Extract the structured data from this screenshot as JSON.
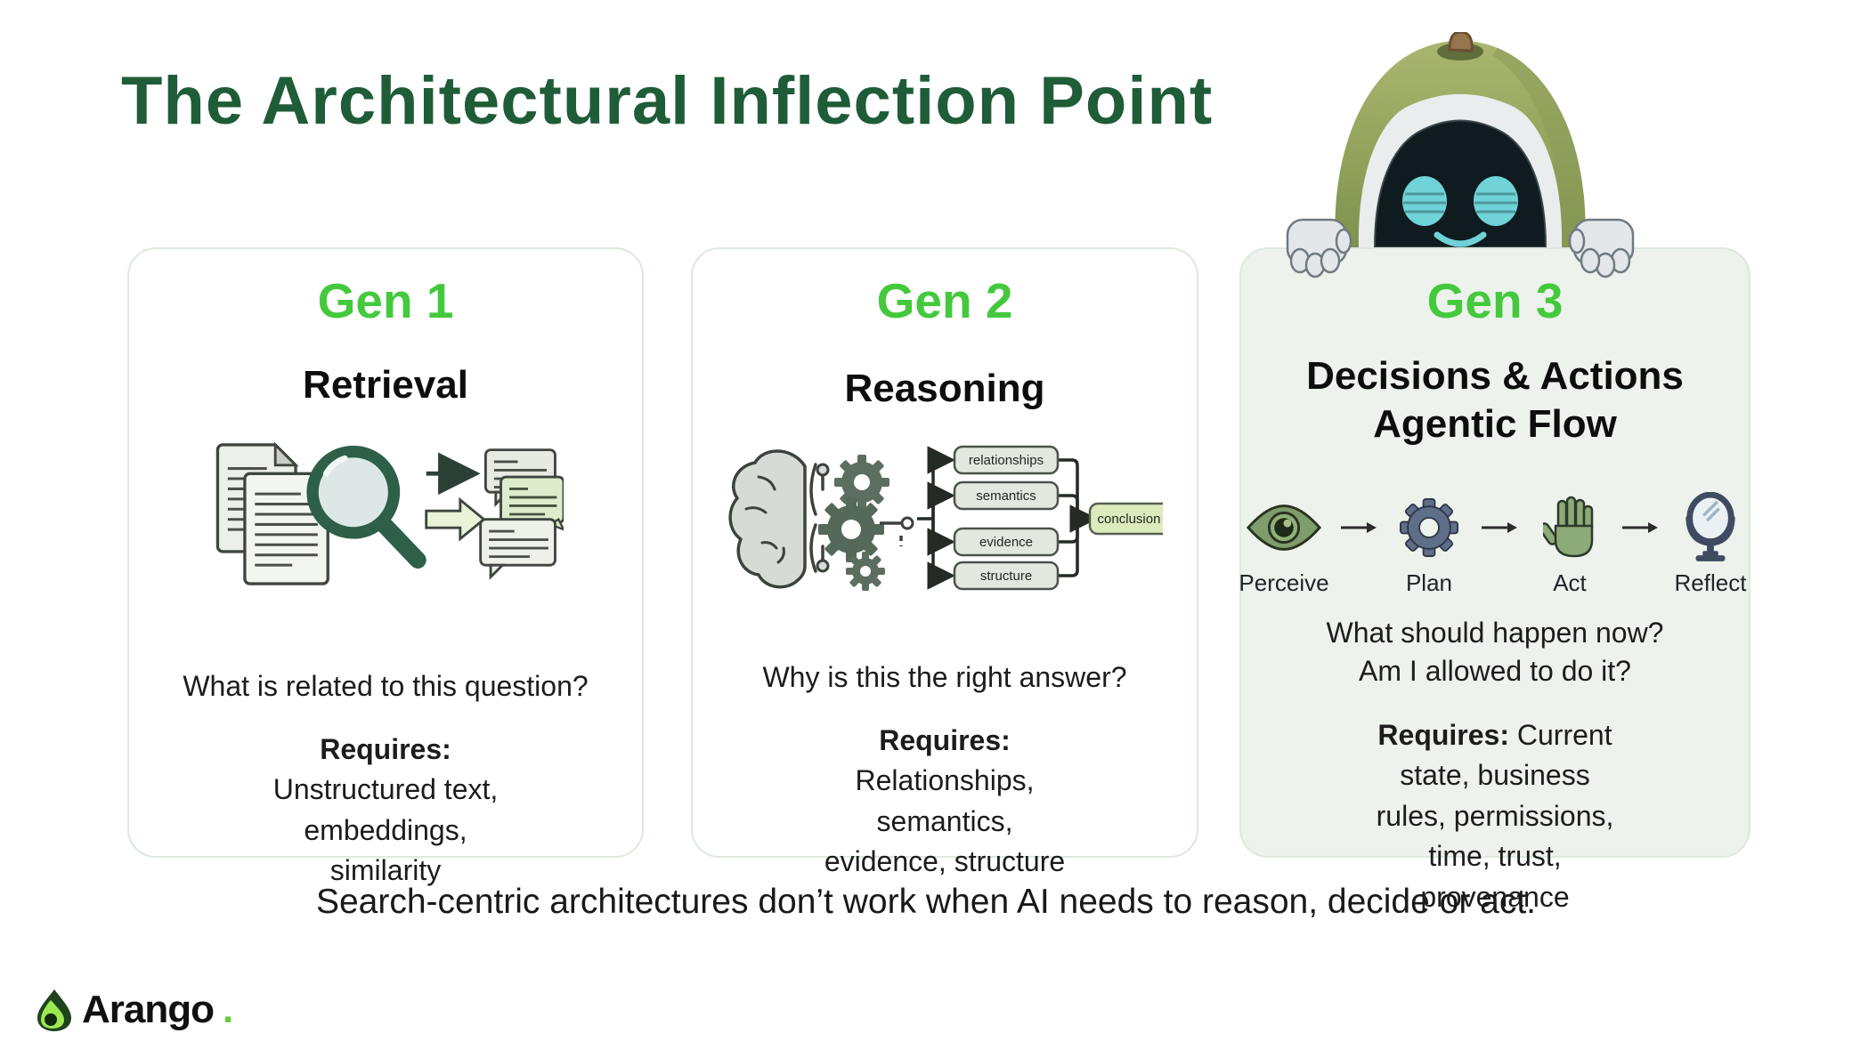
{
  "slide": {
    "title": "The Architectural Inflection Point",
    "tagline": "Search-centric architectures don’t work when AI needs to reason, decide or act."
  },
  "brand": {
    "name": "Arango",
    "dot": "."
  },
  "colors": {
    "title_green": "#1f5c38",
    "accent_green": "#44c93d",
    "card_border": "#dee8de",
    "card3_bg": "#edf2ec",
    "dark_green_icon": "#2d5f49",
    "text": "#141414"
  },
  "cards": [
    {
      "gen": "Gen 1",
      "title": "Retrieval",
      "question": "What is related to this question?",
      "requires_label": "Requires:",
      "requires_rest": " Unstructured text, embeddings, similarity",
      "icon": "documents-magnifier-chat-icon"
    },
    {
      "gen": "Gen 2",
      "title": "Reasoning",
      "question": "Why is this the right answer?",
      "requires_label": "Requires:",
      "requires_rest": " Relationships, semantics, evidence, structure",
      "icon": "brain-gears-flow-icon"
    },
    {
      "gen": "Gen 3",
      "title": "Decisions & Actions",
      "title2": "Agentic Flow",
      "question": "What should happen now?",
      "question2": "Am I allowed to do it?",
      "requires_label": "Requires:",
      "requires_rest": " Current state, business rules, permissions, time, trust, provenance",
      "icon": "perceive-plan-act-reflect-icons"
    }
  ],
  "gen2_diagram": {
    "boxes": [
      "relationships",
      "semantics",
      "evidence",
      "structure"
    ],
    "result": "conclusion"
  },
  "gen3_steps": [
    {
      "label": "Perceive",
      "icon": "eye-icon"
    },
    {
      "label": "Plan",
      "icon": "gear-icon"
    },
    {
      "label": "Act",
      "icon": "hand-icon"
    },
    {
      "label": "Reflect",
      "icon": "mirror-icon"
    }
  ]
}
